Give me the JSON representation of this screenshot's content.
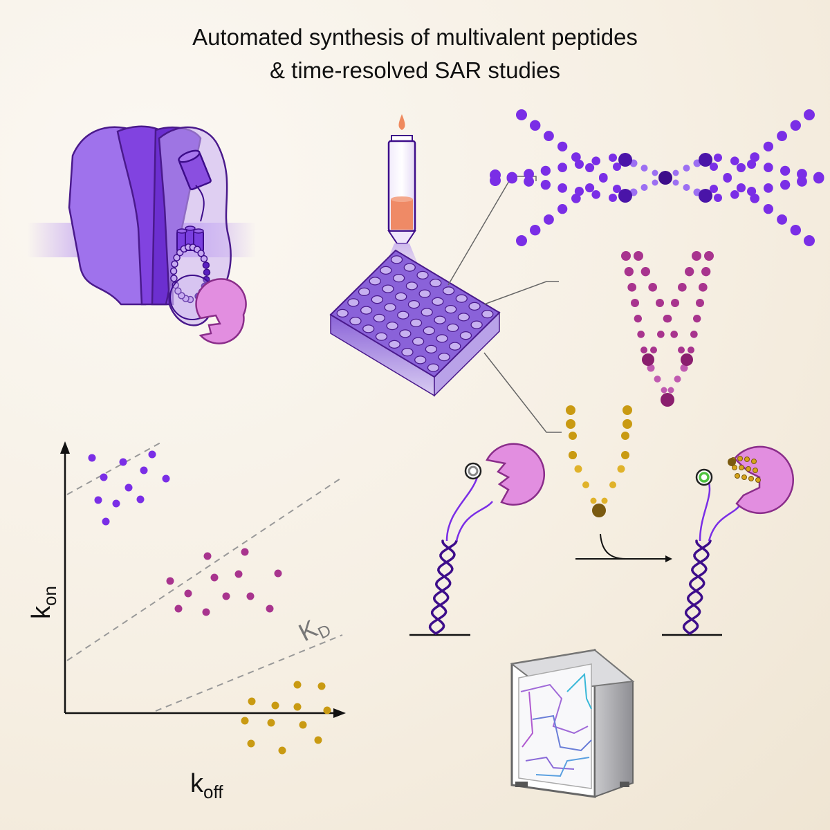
{
  "title": {
    "line1": "Automated synthesis of multivalent peptides",
    "line2": "& time-resolved SAR studies"
  },
  "plot": {
    "y_label_main": "k",
    "y_label_sub": "on",
    "x_label_main": "k",
    "x_label_sub": "off",
    "kd_label_main": "K",
    "kd_label_sub": "D"
  },
  "colors": {
    "purple": "#7a2ee6",
    "magenta": "#a8348e",
    "gold": "#c99a12",
    "pink": "#dd8ad6",
    "dark_purple": "#3d0d8a",
    "orange": "#ee8a66"
  }
}
